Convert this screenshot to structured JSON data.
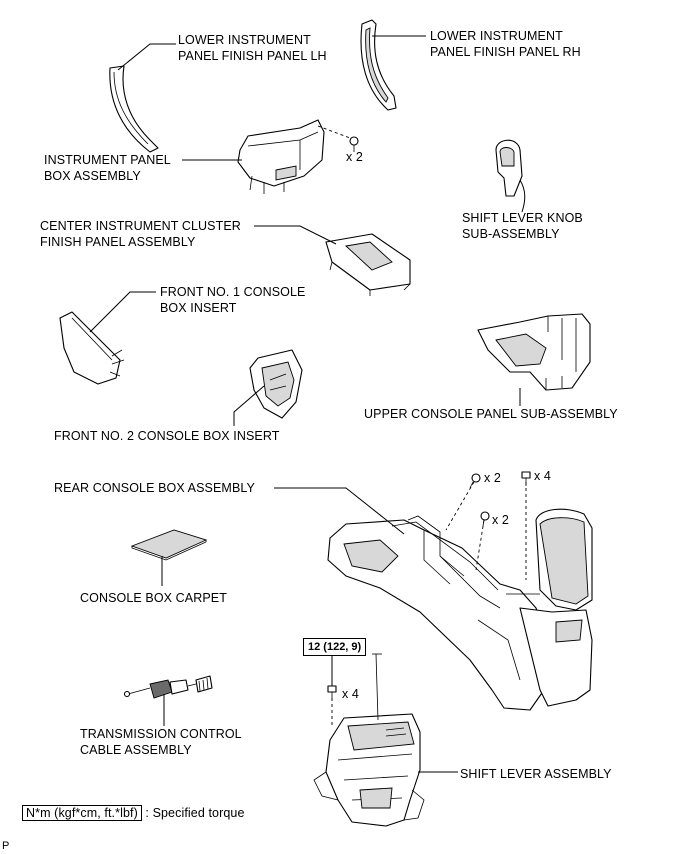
{
  "labels": {
    "lower_panel_lh": [
      "LOWER INSTRUMENT",
      "PANEL FINISH PANEL LH"
    ],
    "lower_panel_rh": [
      "LOWER INSTRUMENT",
      "PANEL FINISH PANEL RH"
    ],
    "instrument_box": [
      "INSTRUMENT PANEL",
      "BOX ASSEMBLY"
    ],
    "center_cluster": [
      "CENTER INSTRUMENT CLUSTER",
      "FINISH PANEL ASSEMBLY"
    ],
    "shift_knob": [
      "SHIFT LEVER KNOB",
      "SUB-ASSEMBLY"
    ],
    "front_insert_1": [
      "FRONT NO. 1 CONSOLE",
      "BOX INSERT"
    ],
    "front_insert_2": "FRONT NO. 2 CONSOLE BOX INSERT",
    "upper_console": "UPPER CONSOLE PANEL SUB-ASSEMBLY",
    "rear_console": "REAR CONSOLE BOX ASSEMBLY",
    "console_carpet": "CONSOLE BOX CARPET",
    "trans_cable": [
      "TRANSMISSION CONTROL",
      "CABLE ASSEMBLY"
    ],
    "shift_lever": "SHIFT LEVER ASSEMBLY"
  },
  "quantities": {
    "box_screw": "x 2",
    "rear_screw_a": "x 2",
    "rear_screw_b": "x 2",
    "rear_bolt": "x 4",
    "shift_bolt": "x 4"
  },
  "torque": {
    "shift_bolt_value": "12 (122, 9)"
  },
  "legend": {
    "unit": "N*m (kgf*cm, ft.*lbf)",
    "text": ": Specified torque"
  },
  "corner_mark": "P",
  "colors": {
    "line": "#000000",
    "shade": "#d8d8d8",
    "background": "#ffffff"
  }
}
